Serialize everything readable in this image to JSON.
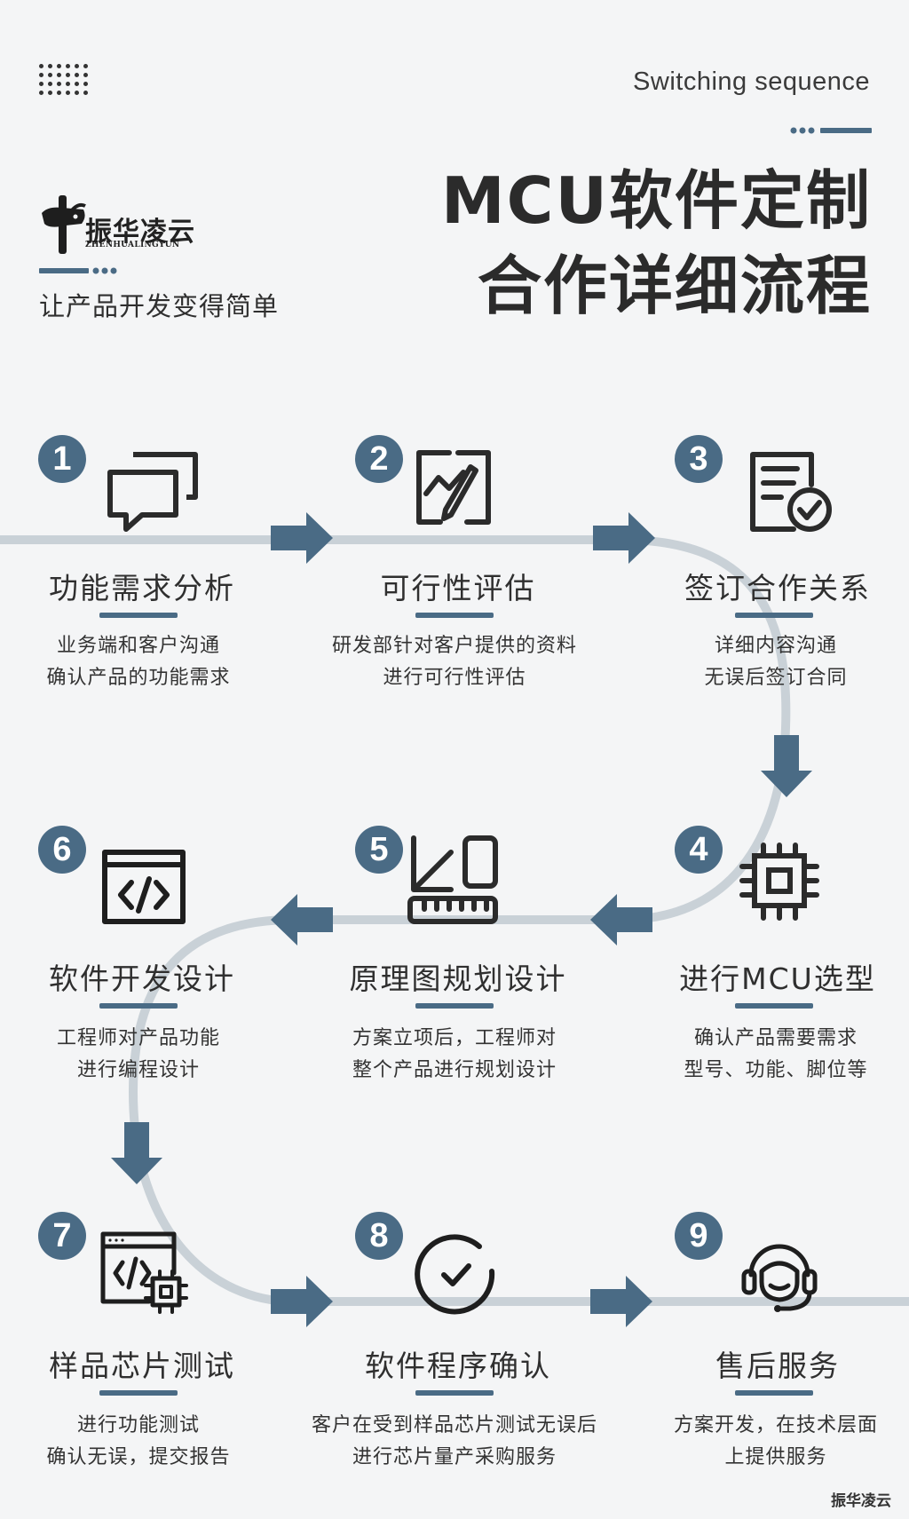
{
  "header": {
    "subtitle_en": "Switching sequence",
    "title_line1": "MCU软件定制",
    "title_line2": "合作详细流程"
  },
  "brand": {
    "name_cn": "振华凌云",
    "name_en": "ZHENHUALINGYUN",
    "slogan": "让产品开发变得简单"
  },
  "colors": {
    "accent": "#4a6b85",
    "path": "#c9d1d7",
    "text": "#2f2f2f",
    "background": "#f4f5f6"
  },
  "steps": [
    {
      "number": "1",
      "title": "功能需求分析",
      "icon": "chat-bubbles-icon",
      "desc": [
        "业务端和客户沟通",
        "确认产品的功能需求"
      ]
    },
    {
      "number": "2",
      "title": "可行性评估",
      "icon": "edit-chart-icon",
      "desc": [
        "研发部针对客户提供的资料",
        "进行可行性评估"
      ]
    },
    {
      "number": "3",
      "title": "签订合作关系",
      "icon": "document-check-icon",
      "desc": [
        "详细内容沟通",
        "无误后签订合同"
      ]
    },
    {
      "number": "4",
      "title": "进行MCU选型",
      "icon": "chip-icon",
      "desc": [
        "确认产品需要需求",
        "型号、功能、脚位等"
      ]
    },
    {
      "number": "5",
      "title": "原理图规划设计",
      "icon": "ruler-design-icon",
      "desc": [
        "方案立项后，工程师对",
        "整个产品进行规划设计"
      ]
    },
    {
      "number": "6",
      "title": "软件开发设计",
      "icon": "code-window-icon",
      "desc": [
        "工程师对产品功能",
        "进行编程设计"
      ]
    },
    {
      "number": "7",
      "title": "样品芯片测试",
      "icon": "code-chip-icon",
      "desc": [
        "进行功能测试",
        "确认无误，提交报告"
      ]
    },
    {
      "number": "8",
      "title": "软件程序确认",
      "icon": "check-circle-icon",
      "desc": [
        "客户在受到样品芯片测试无误后",
        "进行芯片量产采购服务"
      ]
    },
    {
      "number": "9",
      "title": "售后服务",
      "icon": "headset-support-icon",
      "desc": [
        "方案开发，在技术层面",
        "上提供服务"
      ]
    }
  ],
  "watermark": "振华凌云"
}
